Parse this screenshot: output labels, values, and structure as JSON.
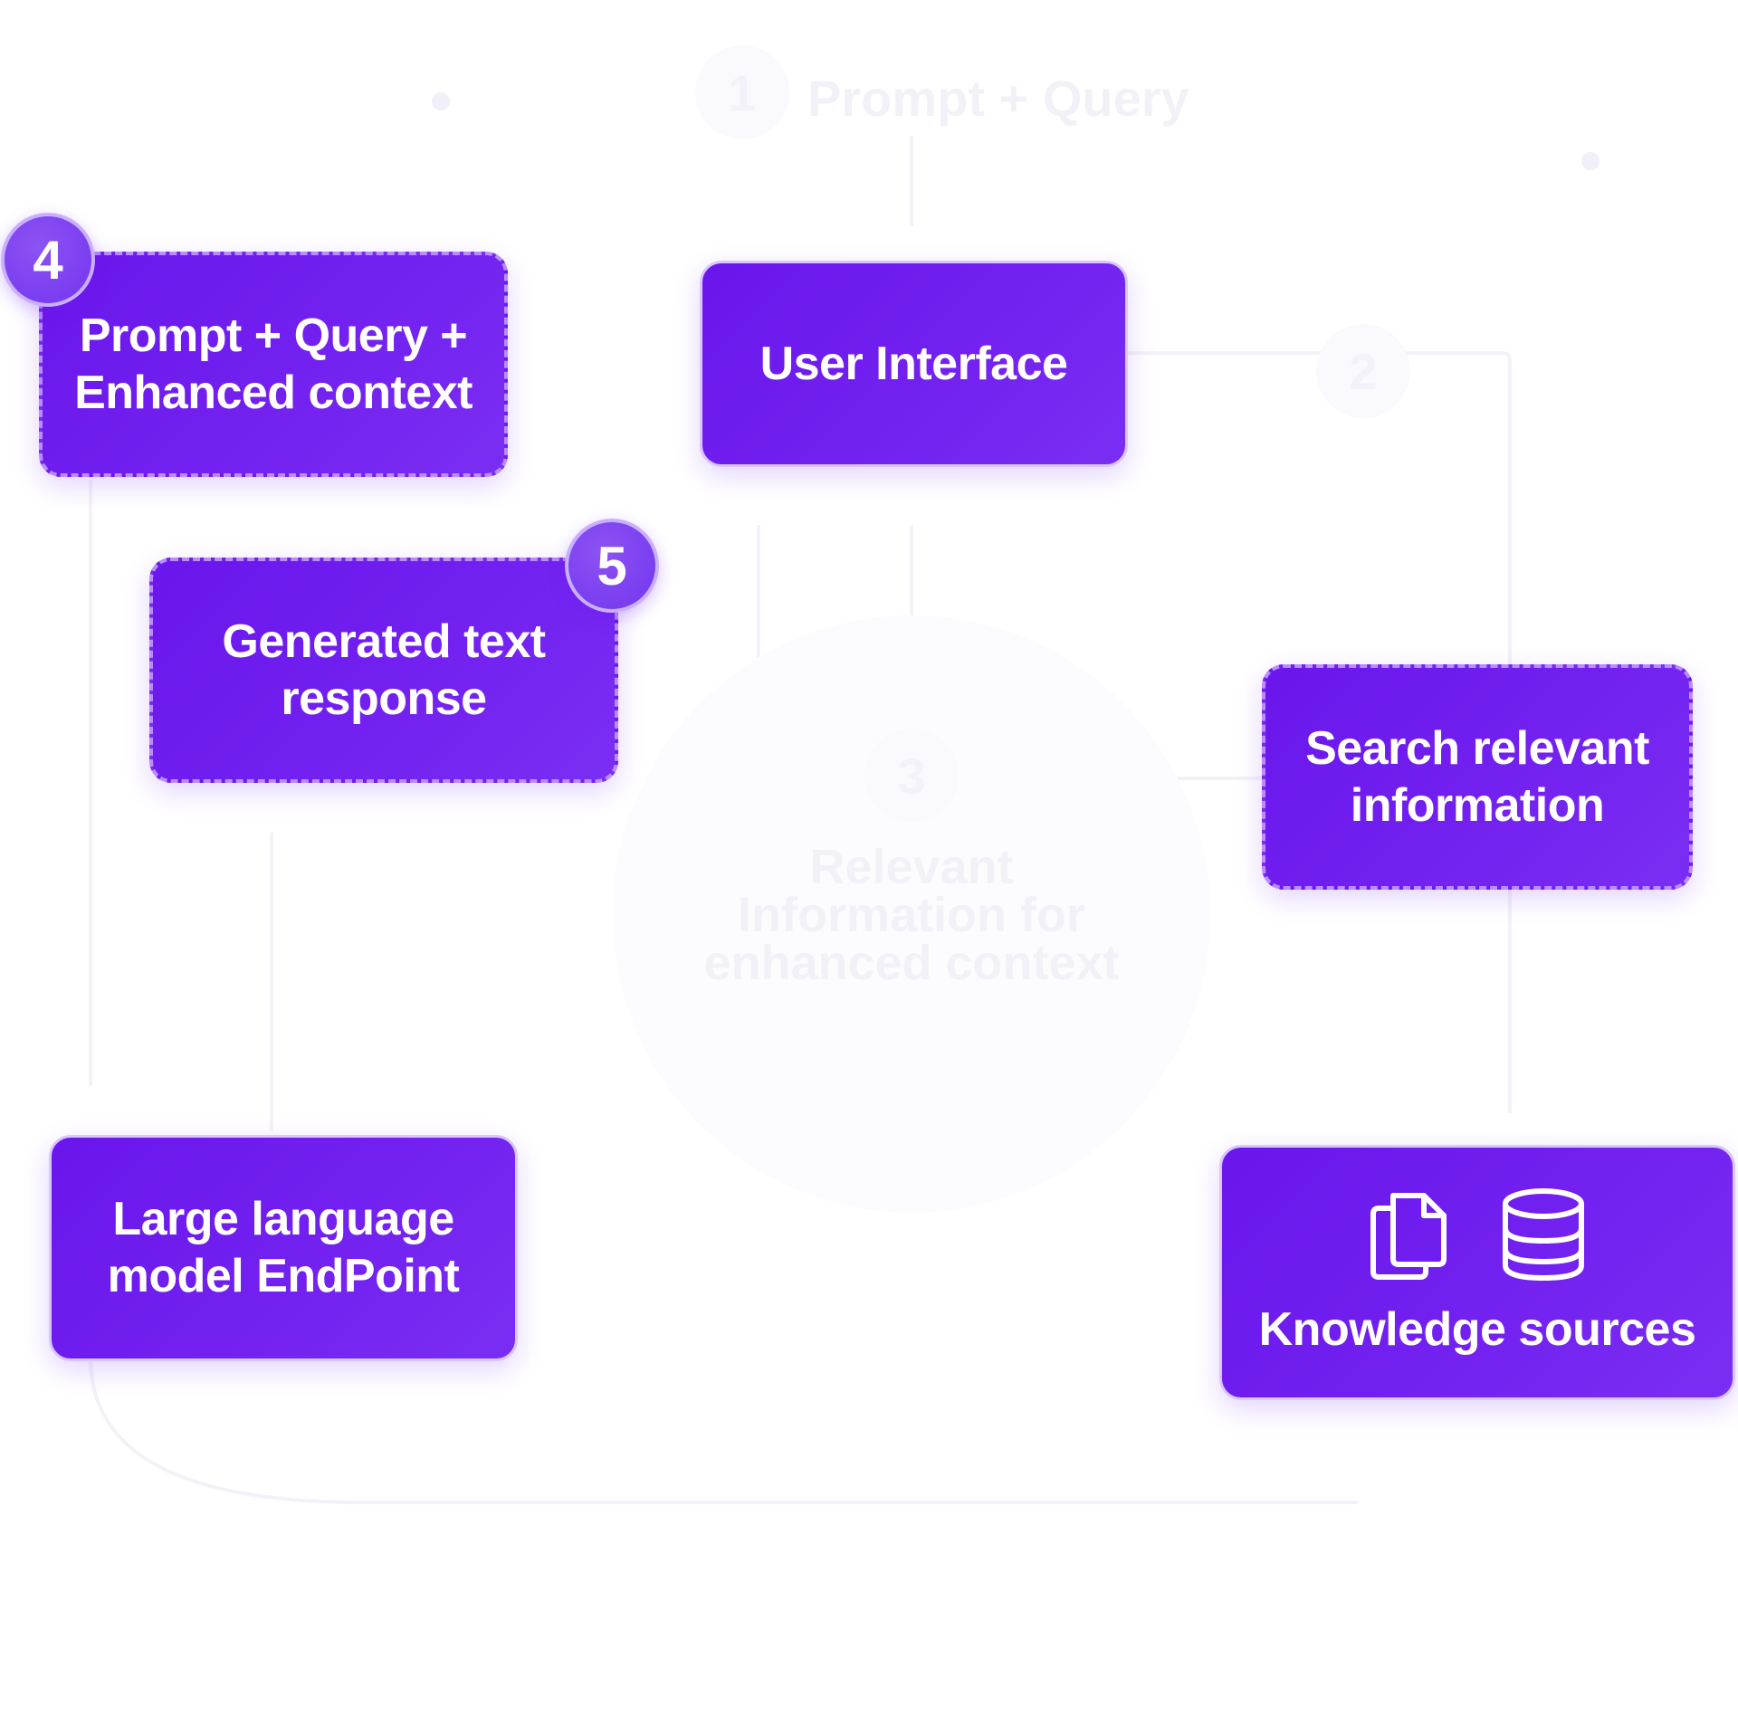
{
  "diagram": {
    "boxes": {
      "user_interface": "User Interface",
      "prompt_query_context": "Prompt + Query +\nEnhanced context",
      "generated_response": "Generated text\nresponse",
      "search_information": "Search relevant\ninformation",
      "llm_endpoint": "Large language\nmodel EndPoint",
      "knowledge_sources": "Knowledge sources"
    },
    "steps": {
      "step_1": "1",
      "step_2": "2",
      "step_3": "3",
      "step_4": "4",
      "step_5": "5"
    },
    "faint_labels": {
      "prompt_query": "Prompt + Query",
      "relevant_info": "Relevant\nInformation for\nenhanced context"
    },
    "icons": {
      "knowledge_left": "documents-icon",
      "knowledge_right": "database-icon"
    },
    "colors": {
      "box_fill": "#6a16ec",
      "box_fill_end": "#7a2ef2",
      "badge_fill": "#7a3ef0",
      "text": "#ffffff",
      "faint": "#f3f1f8"
    }
  }
}
